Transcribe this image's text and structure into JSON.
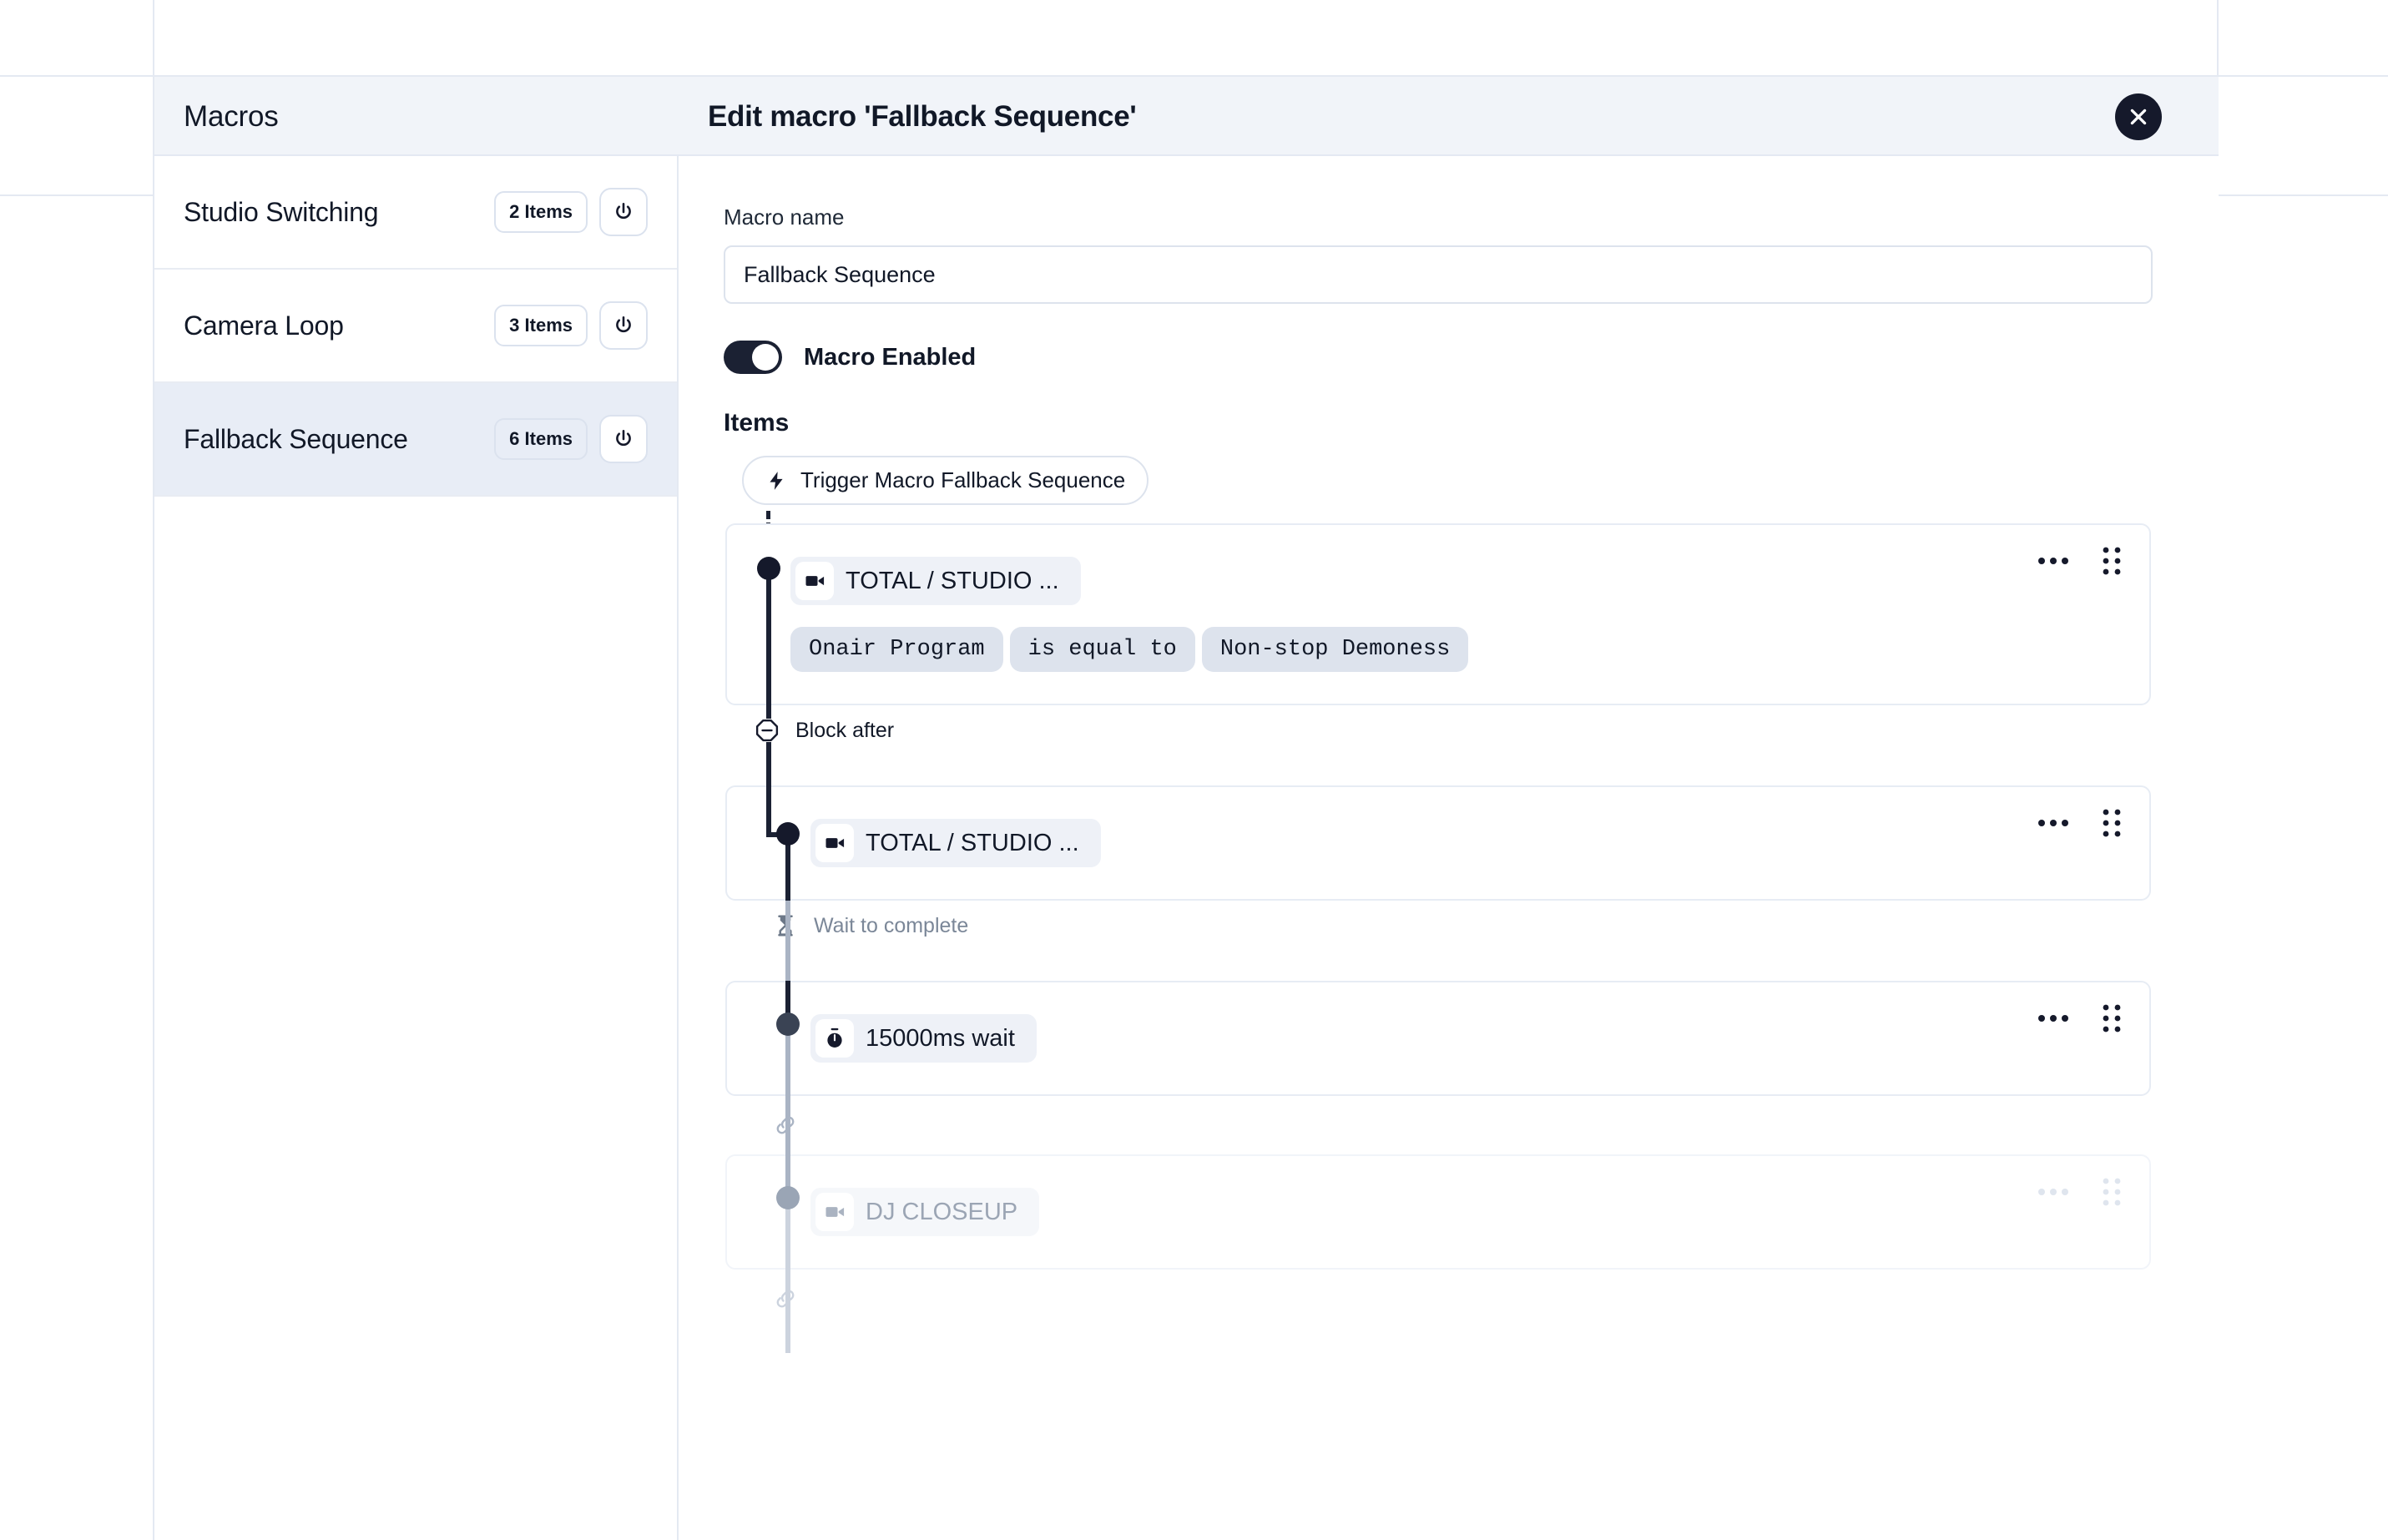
{
  "window": {
    "sidebar_title": "Macros",
    "main_title": "Edit macro 'Fallback Sequence'",
    "close_label": "close-icon"
  },
  "sidebar": {
    "items": [
      {
        "name": "Studio Switching",
        "badge": "2 Items",
        "selected": false,
        "power": "power-icon"
      },
      {
        "name": "Camera Loop",
        "badge": "3 Items",
        "selected": false,
        "power": "power-icon"
      },
      {
        "name": "Fallback Sequence",
        "badge": "6 Items",
        "selected": true,
        "power": "power-icon"
      }
    ]
  },
  "form": {
    "name_label": "Macro name",
    "name_value": "Fallback Sequence",
    "name_placeholder": "Macro name",
    "toggle_label": "Macro Enabled",
    "toggle_on": true,
    "items_heading": "Items"
  },
  "flow": {
    "trigger": {
      "icon": "lightning-icon",
      "label": "Trigger Macro Fallback Sequence"
    },
    "items": [
      {
        "id": "item-1",
        "icon": "video-camera-icon",
        "label": "TOTAL / STUDIO ...",
        "disabled": false,
        "conditions": [
          "Onair Program",
          "is equal to",
          "Non-stop Demoness"
        ]
      },
      {
        "id": "item-2",
        "icon": "video-camera-icon",
        "label": "TOTAL / STUDIO ...",
        "disabled": false,
        "conditions": []
      },
      {
        "id": "item-3",
        "icon": "stopwatch-icon",
        "label": "15000ms wait",
        "disabled": false,
        "conditions": []
      },
      {
        "id": "item-4",
        "icon": "video-camera-icon",
        "label": "DJ CLOSEUP",
        "disabled": true,
        "conditions": []
      }
    ],
    "connectors": [
      {
        "id": "conn-1",
        "icon": "block-octagon-icon",
        "label": "Block after",
        "muted": false
      },
      {
        "id": "conn-2",
        "icon": "hourglass-icon",
        "label": "Wait to complete",
        "muted": true
      },
      {
        "id": "conn-3",
        "icon": "link-icon",
        "label": "",
        "muted": true
      },
      {
        "id": "conn-4",
        "icon": "link-icon",
        "label": "",
        "muted": true
      }
    ]
  },
  "colors": {
    "accent_dark": "#15192b",
    "header_bg": "#f1f4f9",
    "selected_row": "#e8edf6",
    "border": "#e4e9f2",
    "chip_bg": "#dde3ed",
    "pill_bg": "#eef1f7",
    "muted_text": "#7b8798"
  }
}
